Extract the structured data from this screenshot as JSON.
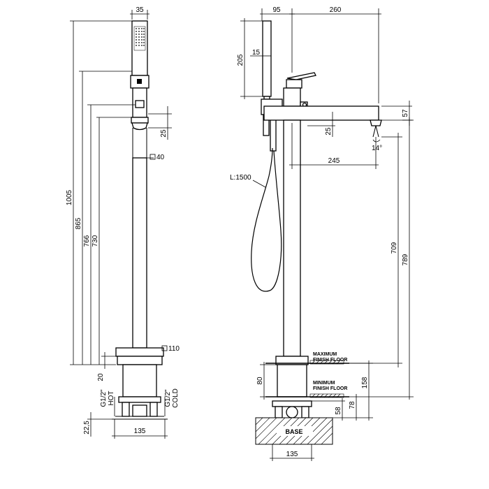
{
  "left_view": {
    "width_top": "35",
    "heights": {
      "h1005": "1005",
      "h865": "865",
      "h766": "766",
      "h730": "730"
    },
    "dim_25": "25",
    "square_40": "40",
    "square_110": "110",
    "dim_20": "20",
    "hot_label": "G1/2\"\nHOT",
    "cold_label": "G1/2\"\nCOLD",
    "dim_22_5": "22,5",
    "width_base": "135"
  },
  "right_view": {
    "width_95": "95",
    "width_260": "260",
    "dim_205": "205",
    "dim_15": "15",
    "dim_57": "57",
    "dim_25": "25",
    "angle_14": "14°",
    "reach_245": "245",
    "hose_length": "L:1500",
    "h709": "709",
    "h789": "789",
    "max_floor": "MAXIMUM\nFINISH FLOOR",
    "min_floor": "MINIMUM\nFINISH FLOOR",
    "dim_80": "80",
    "dim_158": "158",
    "dim_78": "78",
    "dim_58": "58",
    "base_label": "BASE",
    "width_base": "135"
  }
}
